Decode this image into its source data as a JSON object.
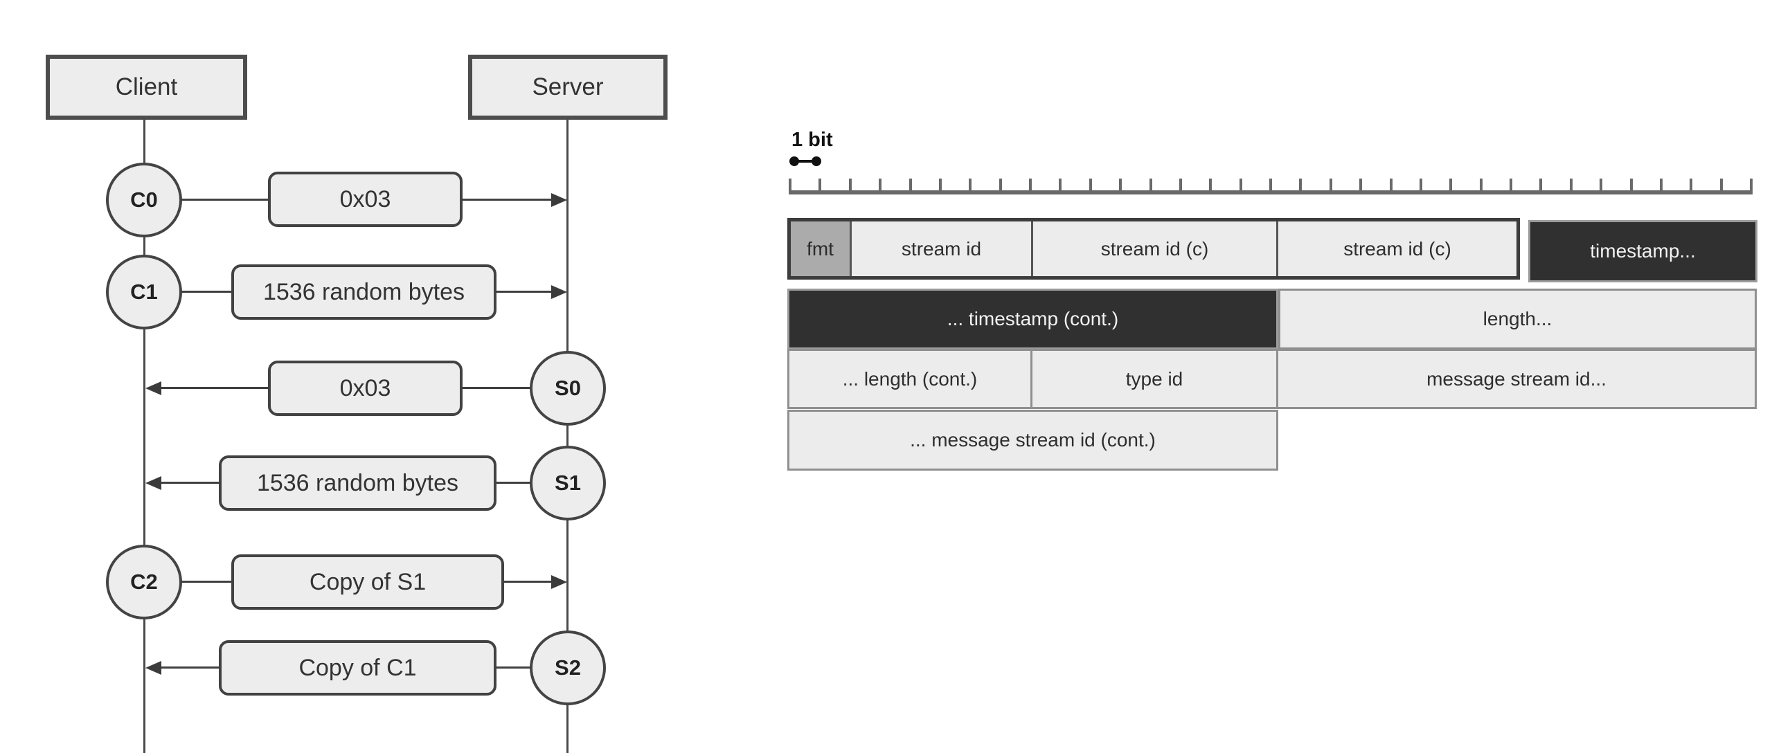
{
  "sequence": {
    "actors": [
      {
        "label": "Client"
      },
      {
        "label": "Server"
      }
    ],
    "nodes": [
      {
        "label": "C0"
      },
      {
        "label": "C1"
      },
      {
        "label": "S0"
      },
      {
        "label": "S1"
      },
      {
        "label": "C2"
      },
      {
        "label": "S2"
      }
    ],
    "messages": [
      {
        "label": "0x03",
        "from": "C0",
        "to": "Server",
        "direction": "right"
      },
      {
        "label": "1536 random bytes",
        "from": "C1",
        "to": "Server",
        "direction": "right"
      },
      {
        "label": "0x03",
        "from": "S0",
        "to": "Client",
        "direction": "left"
      },
      {
        "label": "1536 random bytes",
        "from": "S1",
        "to": "Client",
        "direction": "left"
      },
      {
        "label": "Copy of S1",
        "from": "C2",
        "to": "Server",
        "direction": "right"
      },
      {
        "label": "Copy of C1",
        "from": "S2",
        "to": "Client",
        "direction": "left"
      }
    ]
  },
  "bitfield": {
    "scale_label": "1 bit",
    "ruler_bits": 32,
    "rows": [
      {
        "cells": [
          {
            "label": "fmt",
            "style": "medium"
          },
          {
            "label": "stream id",
            "style": "light"
          },
          {
            "label": "stream id (c)",
            "style": "light"
          },
          {
            "label": "stream id (c)",
            "style": "light"
          },
          {
            "label": "timestamp...",
            "style": "dark"
          }
        ]
      },
      {
        "cells": [
          {
            "label": "... timestamp (cont.)",
            "style": "dark"
          },
          {
            "label": "length...",
            "style": "light"
          }
        ]
      },
      {
        "cells": [
          {
            "label": "... length (cont.)",
            "style": "light"
          },
          {
            "label": "type id",
            "style": "light"
          },
          {
            "label": "message stream id...",
            "style": "light"
          }
        ]
      },
      {
        "cells": [
          {
            "label": "... message stream id (cont.)",
            "style": "light"
          }
        ]
      }
    ]
  },
  "colors": {
    "light_fill": "#ededed",
    "medium_fill": "#ababab",
    "dark_fill": "#303030",
    "line": "#3f3f3f",
    "cell_border": "#8f8f8f",
    "ruler": "#696969"
  }
}
